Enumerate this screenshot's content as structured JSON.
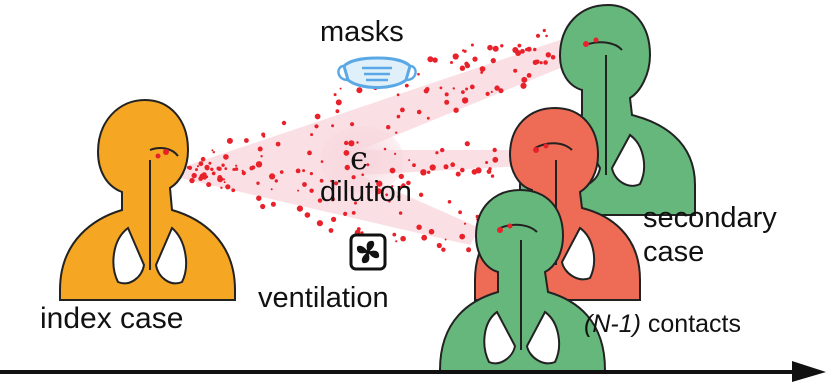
{
  "labels": {
    "masks": "masks",
    "epsilon": "ϵ",
    "dilution": "dilution",
    "ventilation": "ventilation",
    "index_case": "index case",
    "secondary_case_line1": "secondary",
    "secondary_case_line2": "case",
    "contacts_prefix": "(N-1)",
    "contacts_suffix": "contacts"
  },
  "colors": {
    "index_person": "#f5a623",
    "secondary_person": "#ee6b55",
    "contact_person": "#66b77c",
    "aerosol": "#e8212b",
    "cloud": "#f6d6dc",
    "mask": "#5aa9e6",
    "axis": "#111111"
  },
  "icons": {
    "mask": "face-mask-icon",
    "fan": "fan-icon",
    "arrow": "arrow-right-icon"
  }
}
